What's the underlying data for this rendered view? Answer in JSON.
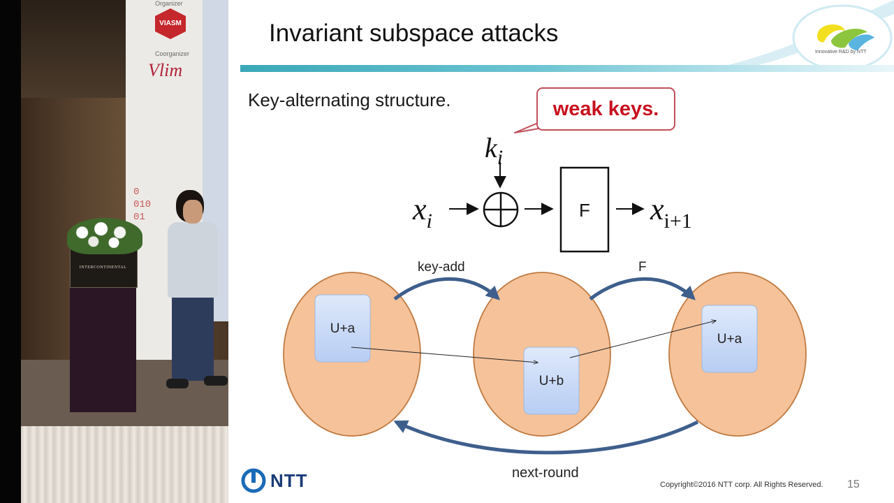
{
  "venue": {
    "organizer_label": "Organizer",
    "organizer_logo": "VIASM",
    "coorganizer_label": "Coorganizer",
    "coorganizer_logo": "Vlim",
    "podium_sign": "INTERCONTINENTAL",
    "binary_text": "0\n010\n01"
  },
  "slide": {
    "title": "Invariant subspace attacks",
    "tagline": "Innovative R&D by NTT",
    "subtitle": "Key-alternating structure.",
    "callout": "weak keys.",
    "equation": {
      "key": "k",
      "key_sub": "i",
      "input": "x",
      "input_sub": "i",
      "function": "F",
      "output": "x",
      "output_sub": "i+1"
    },
    "subspaces": {
      "left": "U+a",
      "middle": "U+b",
      "right": "U+a"
    },
    "arrows": {
      "key_add": "key-add",
      "f": "F",
      "next_round": "next-round"
    },
    "footer": {
      "company": "NTT",
      "copyright": "Copyright©2016  NTT corp. All Rights Reserved.",
      "page": "15"
    }
  },
  "colors": {
    "title_bar": "#3aa8b8",
    "callout_border": "#c0505a",
    "callout_text": "#c8101e",
    "ellipse_fill": "#f5c29a",
    "ellipse_stroke": "#c07a40",
    "subspace_fill": "#c6d8f6",
    "arrow": "#3e5f8c",
    "ntt_blue": "#1a3c78"
  }
}
